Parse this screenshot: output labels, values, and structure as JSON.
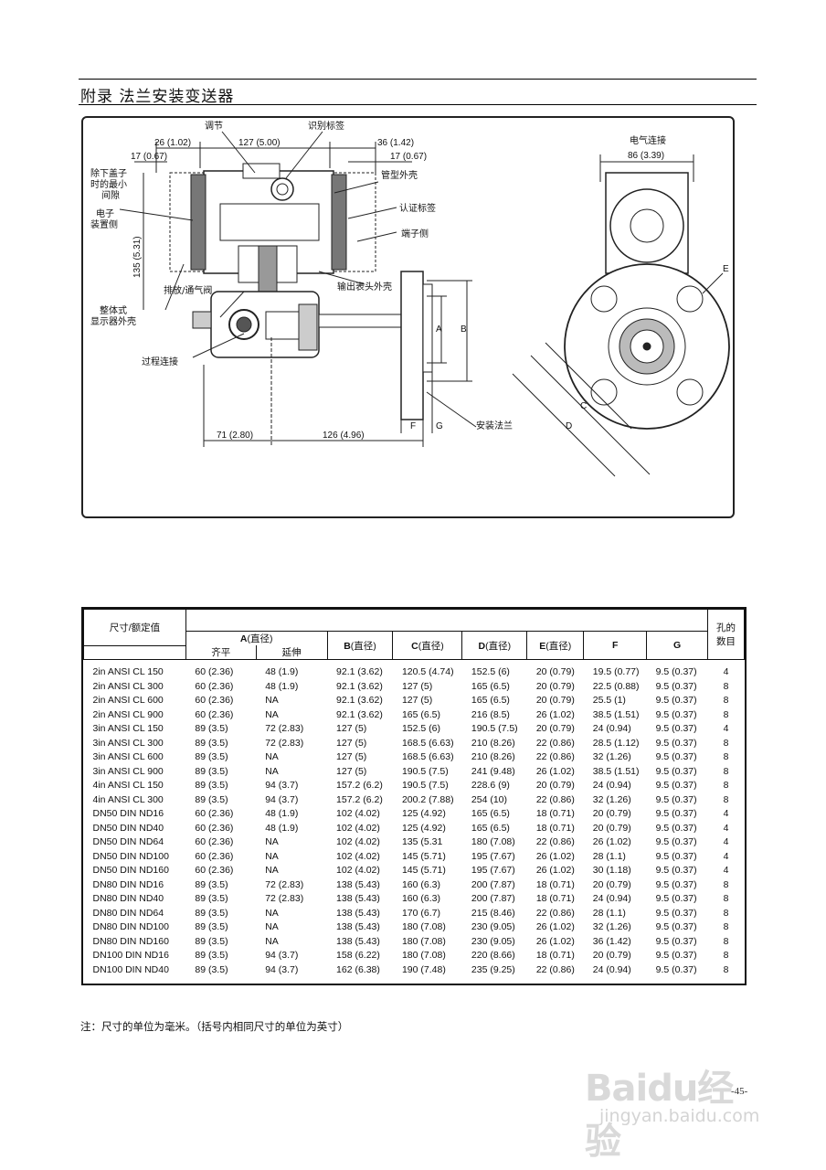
{
  "header": {
    "title": "附录  法兰安装变送器"
  },
  "figure": {
    "dims": {
      "d26": "26 (1.02)",
      "d127": "127 (5.00)",
      "d36": "36 (1.42)",
      "d17a": "17 (0.67)",
      "d17b": "17 (0.67)",
      "d135": "135 (5.31)",
      "d71": "71 (2.80)",
      "d126": "126 (4.96)",
      "d86": "86 (3.39)"
    },
    "labels": {
      "adjust": "调节",
      "id_tag": "识别标签",
      "cover_l1": "除下盖子",
      "cover_l2": "时的最小",
      "cover_l3": "间隙",
      "elec_l1": "电子",
      "elec_l2": "装置侧",
      "housing": "管型外壳",
      "cert": "认证标签",
      "terminal": "端子侧",
      "output_housing": "输出表头外壳",
      "drain": "排放/通气阀",
      "integral_l1": "整体式",
      "integral_l2": "显示器外壳",
      "process": "过程连接",
      "flange": "安装法兰",
      "elec_conn": "电气连接",
      "A": "A",
      "B": "B",
      "C": "C",
      "D": "D",
      "E": "E",
      "F": "F",
      "G": "G"
    }
  },
  "table": {
    "headers": {
      "size": "尺寸/额定值",
      "A": "A",
      "A_sub": "(直径)",
      "flat": "齐平",
      "ext": "延伸",
      "B": "B",
      "B_sub": "(直径)",
      "C": "C",
      "C_sub": "(直径)",
      "D": "D",
      "D_sub": "(直径)",
      "E": "E",
      "E_sub": "(直径)",
      "F": "F",
      "G": "G",
      "holes_l1": "孔的",
      "holes_l2": "数目"
    },
    "rows": [
      [
        "2in ANSI CL 150",
        "60 (2.36)",
        "48 (1.9)",
        "92.1 (3.62)",
        "120.5 (4.74)",
        "152.5 (6)",
        "20 (0.79)",
        "19.5 (0.77)",
        "9.5 (0.37)",
        "4"
      ],
      [
        "2in ANSI CL 300",
        "60 (2.36)",
        "48 (1.9)",
        "92.1 (3.62)",
        "127 (5)",
        "165 (6.5)",
        "20 (0.79)",
        "22.5 (0.88)",
        "9.5 (0.37)",
        "8"
      ],
      [
        "2in ANSI CL 600",
        "60 (2.36)",
        "NA",
        "92.1 (3.62)",
        "127 (5)",
        "165 (6.5)",
        "20 (0.79)",
        "25.5 (1)",
        "9.5 (0.37)",
        "8"
      ],
      [
        "2in ANSI CL 900",
        "60 (2.36)",
        "NA",
        "92.1 (3.62)",
        "165 (6.5)",
        "216 (8.5)",
        "26 (1.02)",
        "38.5 (1.51)",
        "9.5 (0.37)",
        "8"
      ],
      [
        "3in ANSI CL 150",
        "89 (3.5)",
        "72 (2.83)",
        "127 (5)",
        "152.5 (6)",
        "190.5 (7.5)",
        "20 (0.79)",
        "24 (0.94)",
        "9.5 (0.37)",
        "4"
      ],
      [
        "3in ANSI CL 300",
        "89 (3.5)",
        "72 (2.83)",
        "127 (5)",
        "168.5 (6.63)",
        "210 (8.26)",
        "22 (0.86)",
        "28.5 (1.12)",
        "9.5 (0.37)",
        "8"
      ],
      [
        "3in ANSI CL 600",
        "89 (3.5)",
        "NA",
        "127 (5)",
        "168.5 (6.63)",
        "210 (8.26)",
        "22 (0.86)",
        "32 (1.26)",
        "9.5 (0.37)",
        "8"
      ],
      [
        "3in ANSI CL 900",
        "89 (3.5)",
        "NA",
        "127 (5)",
        "190.5 (7.5)",
        "241 (9.48)",
        "26 (1.02)",
        "38.5 (1.51)",
        "9.5 (0.37)",
        "8"
      ],
      [
        "4in ANSI CL 150",
        "89 (3.5)",
        "94 (3.7)",
        "157.2 (6.2)",
        "190.5 (7.5)",
        "228.6 (9)",
        "20 (0.79)",
        "24 (0.94)",
        "9.5 (0.37)",
        "8"
      ],
      [
        "4in ANSI CL 300",
        "89 (3.5)",
        "94 (3.7)",
        "157.2 (6.2)",
        "200.2 (7.88)",
        "254 (10)",
        "22 (0.86)",
        "32 (1.26)",
        "9.5 (0.37)",
        "8"
      ],
      [
        "DN50 DIN ND16",
        "60 (2.36)",
        "48 (1.9)",
        "102 (4.02)",
        "125 (4.92)",
        "165 (6.5)",
        "18 (0.71)",
        "20 (0.79)",
        "9.5 (0.37)",
        "4"
      ],
      [
        "DN50 DIN ND40",
        "60 (2.36)",
        "48 (1.9)",
        "102 (4.02)",
        "125 (4.92)",
        "165 (6.5)",
        "18 (0.71)",
        "20 (0.79)",
        "9.5 (0.37)",
        "4"
      ],
      [
        "DN50 DIN ND64",
        "60 (2.36)",
        "NA",
        "102 (4.02)",
        "135 (5.31",
        "180 (7.08)",
        "22 (0.86)",
        "26 (1.02)",
        "9.5 (0.37)",
        "4"
      ],
      [
        "DN50 DIN ND100",
        "60 (2.36)",
        "NA",
        "102 (4.02)",
        "145 (5.71)",
        "195 (7.67)",
        "26 (1.02)",
        "28 (1.1)",
        "9.5 (0.37)",
        "4"
      ],
      [
        "DN50 DIN ND160",
        "60 (2.36)",
        "NA",
        "102 (4.02)",
        "145 (5.71)",
        "195 (7.67)",
        "26 (1.02)",
        "30 (1.18)",
        "9.5 (0.37)",
        "4"
      ],
      [
        "DN80 DIN ND16",
        "89 (3.5)",
        "72 (2.83)",
        "138 (5.43)",
        "160 (6.3)",
        "200 (7.87)",
        "18 (0.71)",
        "20 (0.79)",
        "9.5 (0.37)",
        "8"
      ],
      [
        "DN80 DIN ND40",
        "89 (3.5)",
        "72 (2.83)",
        "138 (5.43)",
        "160 (6.3)",
        "200 (7.87)",
        "18 (0.71)",
        "24 (0.94)",
        "9.5 (0.37)",
        "8"
      ],
      [
        "DN80 DIN ND64",
        "89 (3.5)",
        "NA",
        "138 (5.43)",
        "170 (6.7)",
        "215 (8.46)",
        "22 (0.86)",
        "28 (1.1)",
        "9.5 (0.37)",
        "8"
      ],
      [
        "DN80 DIN ND100",
        "89 (3.5)",
        "NA",
        "138 (5.43)",
        "180 (7.08)",
        "230 (9.05)",
        "26 (1.02)",
        "32 (1.26)",
        "9.5 (0.37)",
        "8"
      ],
      [
        "DN80 DIN ND160",
        "89 (3.5)",
        "NA",
        "138 (5.43)",
        "180 (7.08)",
        "230 (9.05)",
        "26 (1.02)",
        "36 (1.42)",
        "9.5 (0.37)",
        "8"
      ],
      [
        "DN100 DIN ND16",
        "89 (3.5)",
        "94 (3.7)",
        "158 (6.22)",
        "180 (7.08)",
        "220 (8.66)",
        "18 (0.71)",
        "20 (0.79)",
        "9.5 (0.37)",
        "8"
      ],
      [
        "DN100 DIN ND40",
        "89 (3.5)",
        "94 (3.7)",
        "162 (6.38)",
        "190 (7.48)",
        "235 (9.25)",
        "22 (0.86)",
        "24 (0.94)",
        "9.5 (0.37)",
        "8"
      ]
    ]
  },
  "note": "注：尺寸的单位为毫米。（括号内相同尺寸的单位为英寸）",
  "page_number": "-45-",
  "watermark": {
    "line1": "Baidu经验",
    "line2": "jingyan.baidu.com"
  }
}
